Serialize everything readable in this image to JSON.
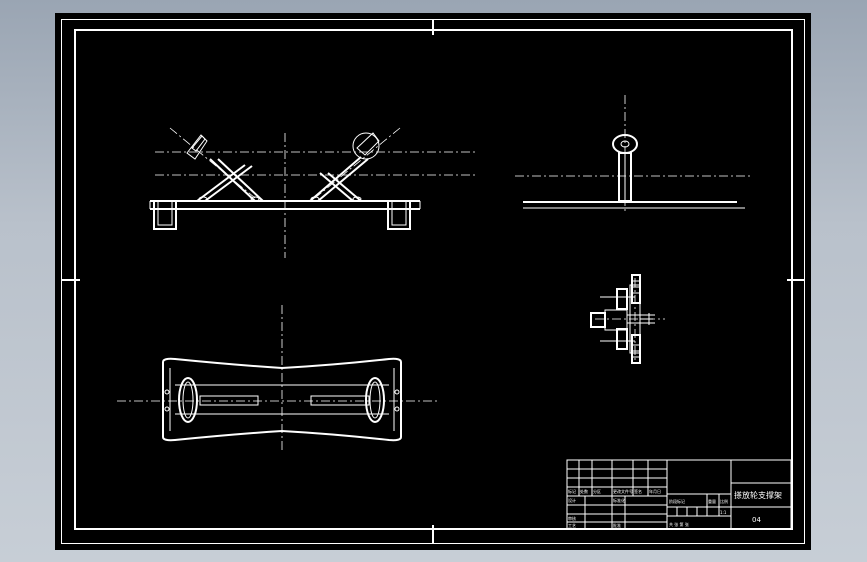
{
  "title_block": {
    "drawing_title": "搽放轮支撑架",
    "drawing_code": "04",
    "grid_labels": [
      "标记",
      "处数",
      "分区",
      "更改文件号",
      "签名",
      "年月日"
    ],
    "designer_label": "设计",
    "review_label": "审核",
    "craft_label": "工艺",
    "std_label": "标准化",
    "approve_label": "批准",
    "stage_label": "阶段标记",
    "weight_label": "重量",
    "scale_label": "比例",
    "sheet_label": "共 张 第 张",
    "scale_value": "1:1"
  }
}
